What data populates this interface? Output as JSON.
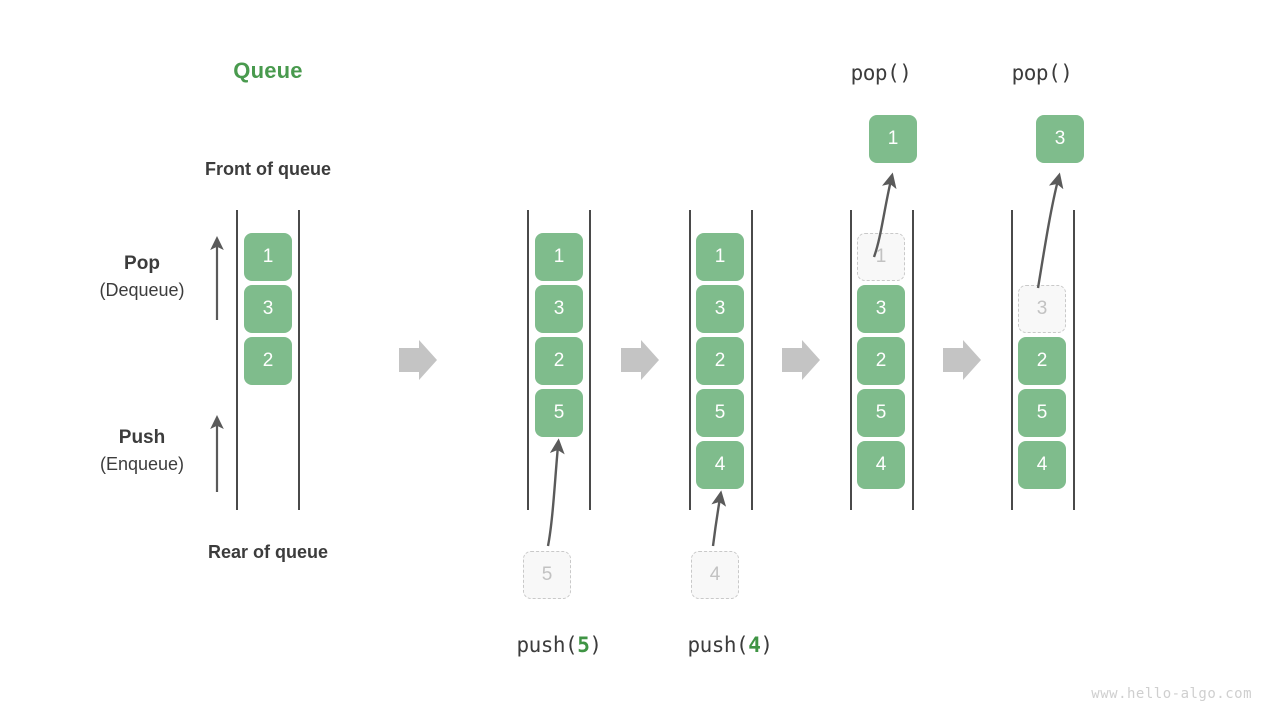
{
  "diagram": {
    "title": "Queue",
    "title_color": "#499a4e",
    "box_color": "#7fbc8c",
    "ghost_color": "#f8f8f8",
    "arrow_color": "#c4c4c4",
    "line_color": "#4a4a4a",
    "watermark": "www.hello-algo.com",
    "labels": {
      "front_of_queue": "Front of queue",
      "rear_of_queue": "Rear of queue",
      "pop_main": "Pop",
      "pop_sub": "(Dequeue)",
      "push_main": "Push",
      "push_sub": "(Enqueue)"
    },
    "stages": [
      {
        "name": "initial",
        "caption": "",
        "caption_prefix": "",
        "caption_arg": "",
        "caption_suffix": "",
        "header": "",
        "items": [
          {
            "value": "1",
            "ghost": false
          },
          {
            "value": "3",
            "ghost": false
          },
          {
            "value": "2",
            "ghost": false
          }
        ],
        "incoming": null,
        "outgoing": null
      },
      {
        "name": "after-push-5",
        "caption_prefix": "push(",
        "caption_arg": "5",
        "caption_suffix": ")",
        "header": "",
        "items": [
          {
            "value": "1",
            "ghost": false
          },
          {
            "value": "3",
            "ghost": false
          },
          {
            "value": "2",
            "ghost": false
          },
          {
            "value": "5",
            "ghost": false
          }
        ],
        "incoming": {
          "value": "5",
          "ghost": true
        },
        "outgoing": null
      },
      {
        "name": "after-push-4",
        "caption_prefix": "push(",
        "caption_arg": "4",
        "caption_suffix": ")",
        "header": "",
        "items": [
          {
            "value": "1",
            "ghost": false
          },
          {
            "value": "3",
            "ghost": false
          },
          {
            "value": "2",
            "ghost": false
          },
          {
            "value": "5",
            "ghost": false
          },
          {
            "value": "4",
            "ghost": false
          }
        ],
        "incoming": {
          "value": "4",
          "ghost": true
        },
        "outgoing": null
      },
      {
        "name": "after-pop-1",
        "caption_prefix": "",
        "caption_arg": "",
        "caption_suffix": "",
        "header": "pop()",
        "items": [
          {
            "value": "1",
            "ghost": true
          },
          {
            "value": "3",
            "ghost": false
          },
          {
            "value": "2",
            "ghost": false
          },
          {
            "value": "5",
            "ghost": false
          },
          {
            "value": "4",
            "ghost": false
          }
        ],
        "incoming": null,
        "outgoing": {
          "value": "1",
          "ghost": false
        }
      },
      {
        "name": "after-pop-3",
        "caption_prefix": "",
        "caption_arg": "",
        "caption_suffix": "",
        "header": "pop()",
        "items": [
          {
            "value": "",
            "ghost": false,
            "hidden": true
          },
          {
            "value": "3",
            "ghost": true
          },
          {
            "value": "2",
            "ghost": false
          },
          {
            "value": "5",
            "ghost": false
          },
          {
            "value": "4",
            "ghost": false
          }
        ],
        "incoming": null,
        "outgoing": {
          "value": "3",
          "ghost": false
        }
      }
    ]
  }
}
